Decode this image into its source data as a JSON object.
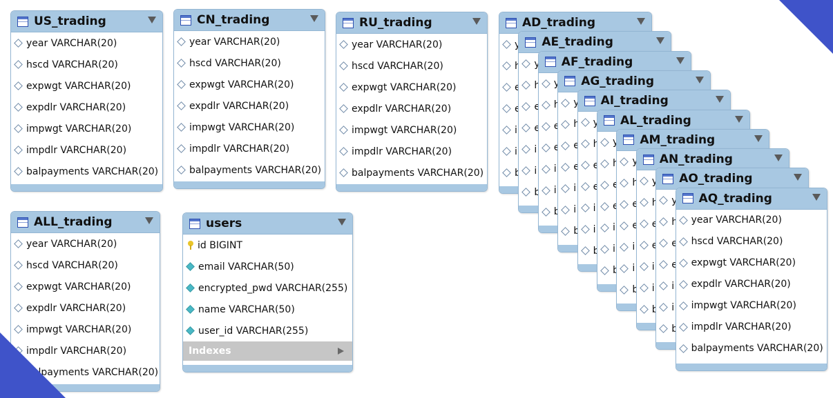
{
  "trade_columns": [
    "year VARCHAR(20)",
    "hscd VARCHAR(20)",
    "expwgt VARCHAR(20)",
    "expdlr VARCHAR(20)",
    "impwgt VARCHAR(20)",
    "impdlr VARCHAR(20)",
    "balpayments VARCHAR(20)"
  ],
  "tables": {
    "us": {
      "name": "US_trading"
    },
    "cn": {
      "name": "CN_trading"
    },
    "ru": {
      "name": "RU_trading"
    },
    "all": {
      "name": "ALL_trading"
    },
    "stack": [
      {
        "name": "AD_trading",
        "stub": [
          "y",
          "h",
          "e",
          "e",
          "i",
          "i",
          "b"
        ]
      },
      {
        "name": "AE_trading",
        "stub": [
          "y",
          "h",
          "e",
          "e",
          "i",
          "i",
          "b"
        ]
      },
      {
        "name": "AF_trading",
        "stub": [
          "y",
          "h",
          "e",
          "e",
          "i",
          "i",
          "b"
        ]
      },
      {
        "name": "AG_trading",
        "stub": [
          "y",
          "h",
          "e",
          "e",
          "i",
          "i",
          "b"
        ]
      },
      {
        "name": "AI_trading",
        "stub": [
          "y",
          "h",
          "e",
          "e",
          "i",
          "i",
          "b"
        ]
      },
      {
        "name": "AL_trading",
        "stub": [
          "y",
          "h",
          "e",
          "e",
          "i",
          "i",
          "b"
        ]
      },
      {
        "name": "AM_trading",
        "stub": [
          "y",
          "h",
          "e",
          "e",
          "i",
          "i",
          "b"
        ]
      },
      {
        "name": "AN_trading",
        "stub": [
          "y",
          "h",
          "e",
          "e",
          "i",
          "i",
          "b"
        ]
      },
      {
        "name": "AO_trading",
        "stub": [
          "y",
          "h",
          "e",
          "e",
          "i",
          "i",
          "b"
        ]
      },
      {
        "name": "AQ_trading"
      }
    ],
    "users": {
      "name": "users",
      "columns": [
        {
          "text": "id BIGINT",
          "icon": "key"
        },
        {
          "text": "email VARCHAR(50)",
          "icon": "filled"
        },
        {
          "text": "encrypted_pwd VARCHAR(255)",
          "icon": "filled"
        },
        {
          "text": "name VARCHAR(50)",
          "icon": "filled"
        },
        {
          "text": "user_id VARCHAR(255)",
          "icon": "filled"
        }
      ],
      "indexes_label": "Indexes"
    }
  },
  "colors": {
    "header": "#a8c8e2",
    "border": "#94b6d3",
    "corner": "#3f53c9",
    "index_bar": "#c6c6c6"
  }
}
